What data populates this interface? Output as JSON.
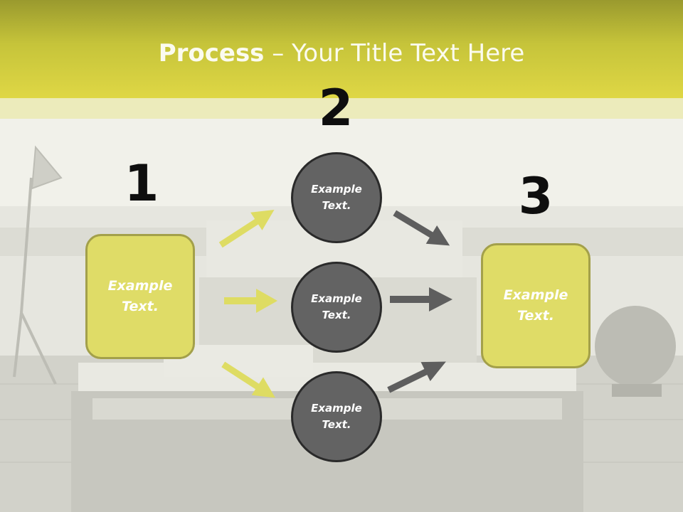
{
  "title": {
    "bold": "Process",
    "rest": " – Your Title Text Here"
  },
  "steps": [
    {
      "number": "1"
    },
    {
      "number": "2"
    },
    {
      "number": "3"
    }
  ],
  "boxes": {
    "left": "Example\nText.",
    "right": "Example\nText."
  },
  "circles": [
    {
      "label": "Example\nText."
    },
    {
      "label": "Example\nText."
    },
    {
      "label": "Example\nText."
    }
  ],
  "colors": {
    "header": "#c6c43a",
    "box_fill": "#dfdc67",
    "circle_fill": "#636363",
    "arrow_yellow": "#dedc63",
    "arrow_gray": "#5e5e5e"
  }
}
